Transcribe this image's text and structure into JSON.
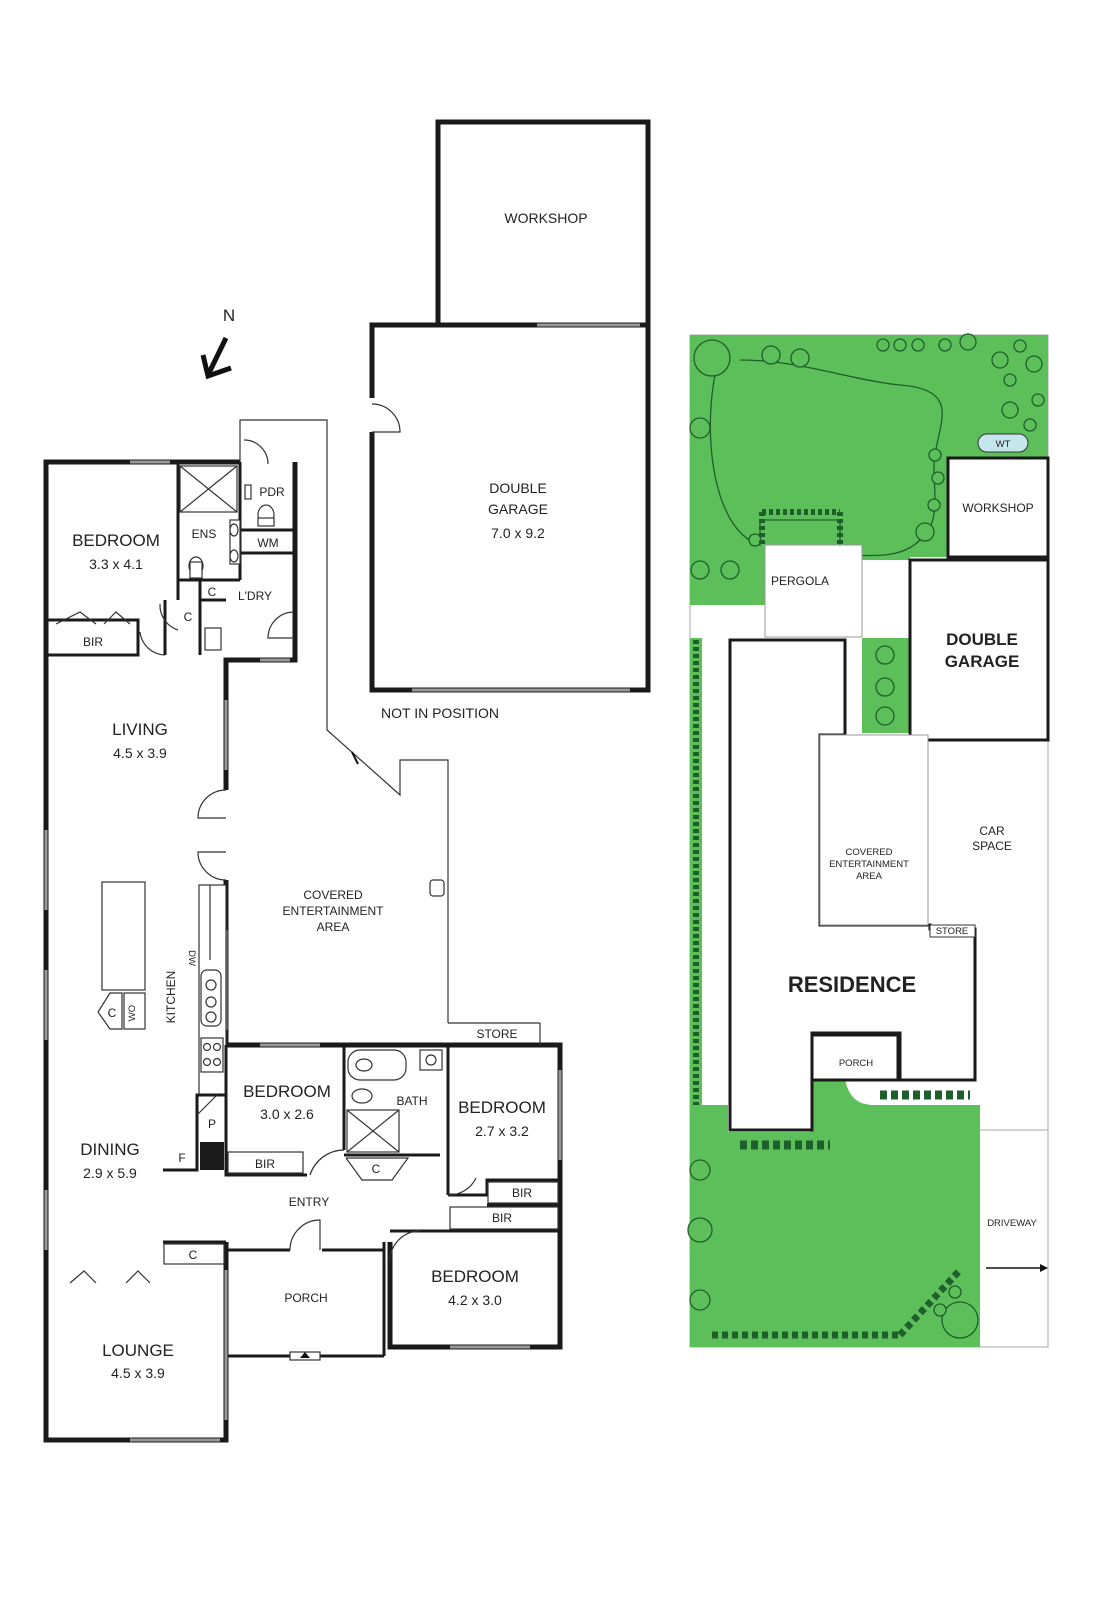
{
  "compass": {
    "north_label": "N"
  },
  "floor_plan": {
    "workshop": "WORKSHOP",
    "double_garage": {
      "name": "DOUBLE\nGARAGE",
      "line1": "DOUBLE",
      "line2": "GARAGE",
      "size": "7.0 x 9.2"
    },
    "not_in_position": "NOT IN POSITION",
    "bedroom_nw": {
      "name": "BEDROOM",
      "size": "3.3 x 4.1"
    },
    "ens": "ENS",
    "pdr": "PDR",
    "wm": "WM",
    "laundry": "L'DRY",
    "c_ens": "C",
    "c_laundry": "C",
    "bir_nw": "BIR",
    "living": {
      "name": "LIVING",
      "size": "4.5 x 3.9"
    },
    "covered_area": {
      "line1": "COVERED",
      "line2": "ENTERTAINMENT",
      "line3": "AREA"
    },
    "kitchen": "KITCHEN",
    "dw": "DW",
    "c_kitchen": "C",
    "wo": "WO",
    "p": "P",
    "f": "F",
    "dining": {
      "name": "DINING",
      "size": "2.9 x 5.9"
    },
    "bedroom_mid": {
      "name": "BEDROOM",
      "size": "3.0 x 2.6"
    },
    "bir_mid": "BIR",
    "bath": "BATH",
    "c_bath": "C",
    "store": "STORE",
    "bedroom_e": {
      "name": "BEDROOM",
      "size": "2.7 x 3.2"
    },
    "bir_e1": "BIR",
    "bir_e2": "BIR",
    "entry": "ENTRY",
    "c_entry": "C",
    "porch": "PORCH",
    "bedroom_se": {
      "name": "BEDROOM",
      "size": "4.2 x 3.0"
    },
    "lounge": {
      "name": "LOUNGE",
      "size": "4.5 x 3.9"
    }
  },
  "site_plan": {
    "wt": "WT",
    "workshop": "WORKSHOP",
    "pergola": "PERGOLA",
    "double_garage": {
      "line1": "DOUBLE",
      "line2": "GARAGE"
    },
    "car_space": {
      "line1": "CAR",
      "line2": "SPACE"
    },
    "covered_area": {
      "line1": "COVERED",
      "line2": "ENTERTAINMENT",
      "line3": "AREA"
    },
    "store": "STORE",
    "residence": "RESIDENCE",
    "porch": "PORCH",
    "driveway": "DRIVEWAY"
  },
  "colors": {
    "grass": "#5cbf5a",
    "wall": "#1a1a1a",
    "tree_outline": "#1f5f2a"
  }
}
